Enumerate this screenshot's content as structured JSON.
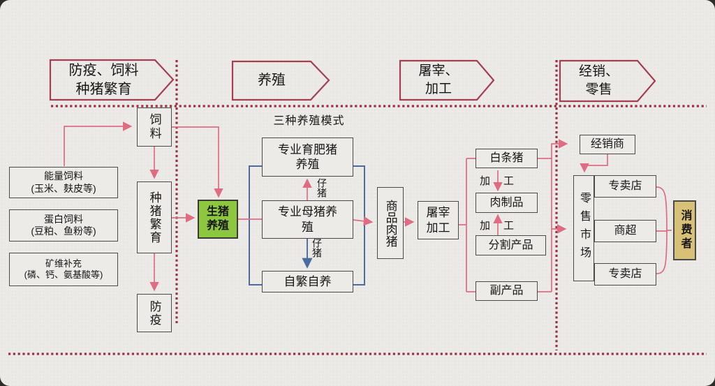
{
  "phases": {
    "phase1": "防疫、饲料\n种猪繁育",
    "phase2": "养殖",
    "phase3": "屠宰、\n加工",
    "phase4": "经销、\n零售"
  },
  "feed_inputs": {
    "energy": "能量饲料\n(玉米、麸皮等)",
    "protein": "蛋白饲料\n(豆粕、鱼粉等)",
    "minerals": "矿维补充\n(磷、钙、氨基酸等)"
  },
  "nodes": {
    "feed": "饲料",
    "pig_breeding": "种猪繁育",
    "epidemic_prevention": "防疫",
    "pig_farming": "生猪\n养殖",
    "modes_title": "三种养殖模式",
    "fattening_farm": "专业育肥猪\n养殖",
    "sow_farm": "专业母猪养\n殖",
    "self_breeding": "自繁自养",
    "piglet_top": "仔猪",
    "piglet_bottom": "仔猪",
    "commodity_pig": "商品肉猪",
    "slaughter": "屠宰\n加工",
    "carcass_pig": "白条猪",
    "processing_top": "加工",
    "processing_bottom": "加工",
    "meat_products": "肉制品",
    "cut_products": "分割产品",
    "by_products": "副产品",
    "distributor": "经销商",
    "retail_market": "零售市场",
    "specialty_store_top": "专卖店",
    "supermarket": "商超",
    "specialty_store_bottom": "专卖店",
    "consumer": "消费者"
  },
  "colors": {
    "paper": "#ECEAE7",
    "phase_border": "#A43E50",
    "divider_red": "#9A3044",
    "flow_pink": "#E06C81",
    "flow_blue": "#4C6C9E",
    "highlight_green": "#8DC63F",
    "highlight_tan": "#D9C077"
  }
}
